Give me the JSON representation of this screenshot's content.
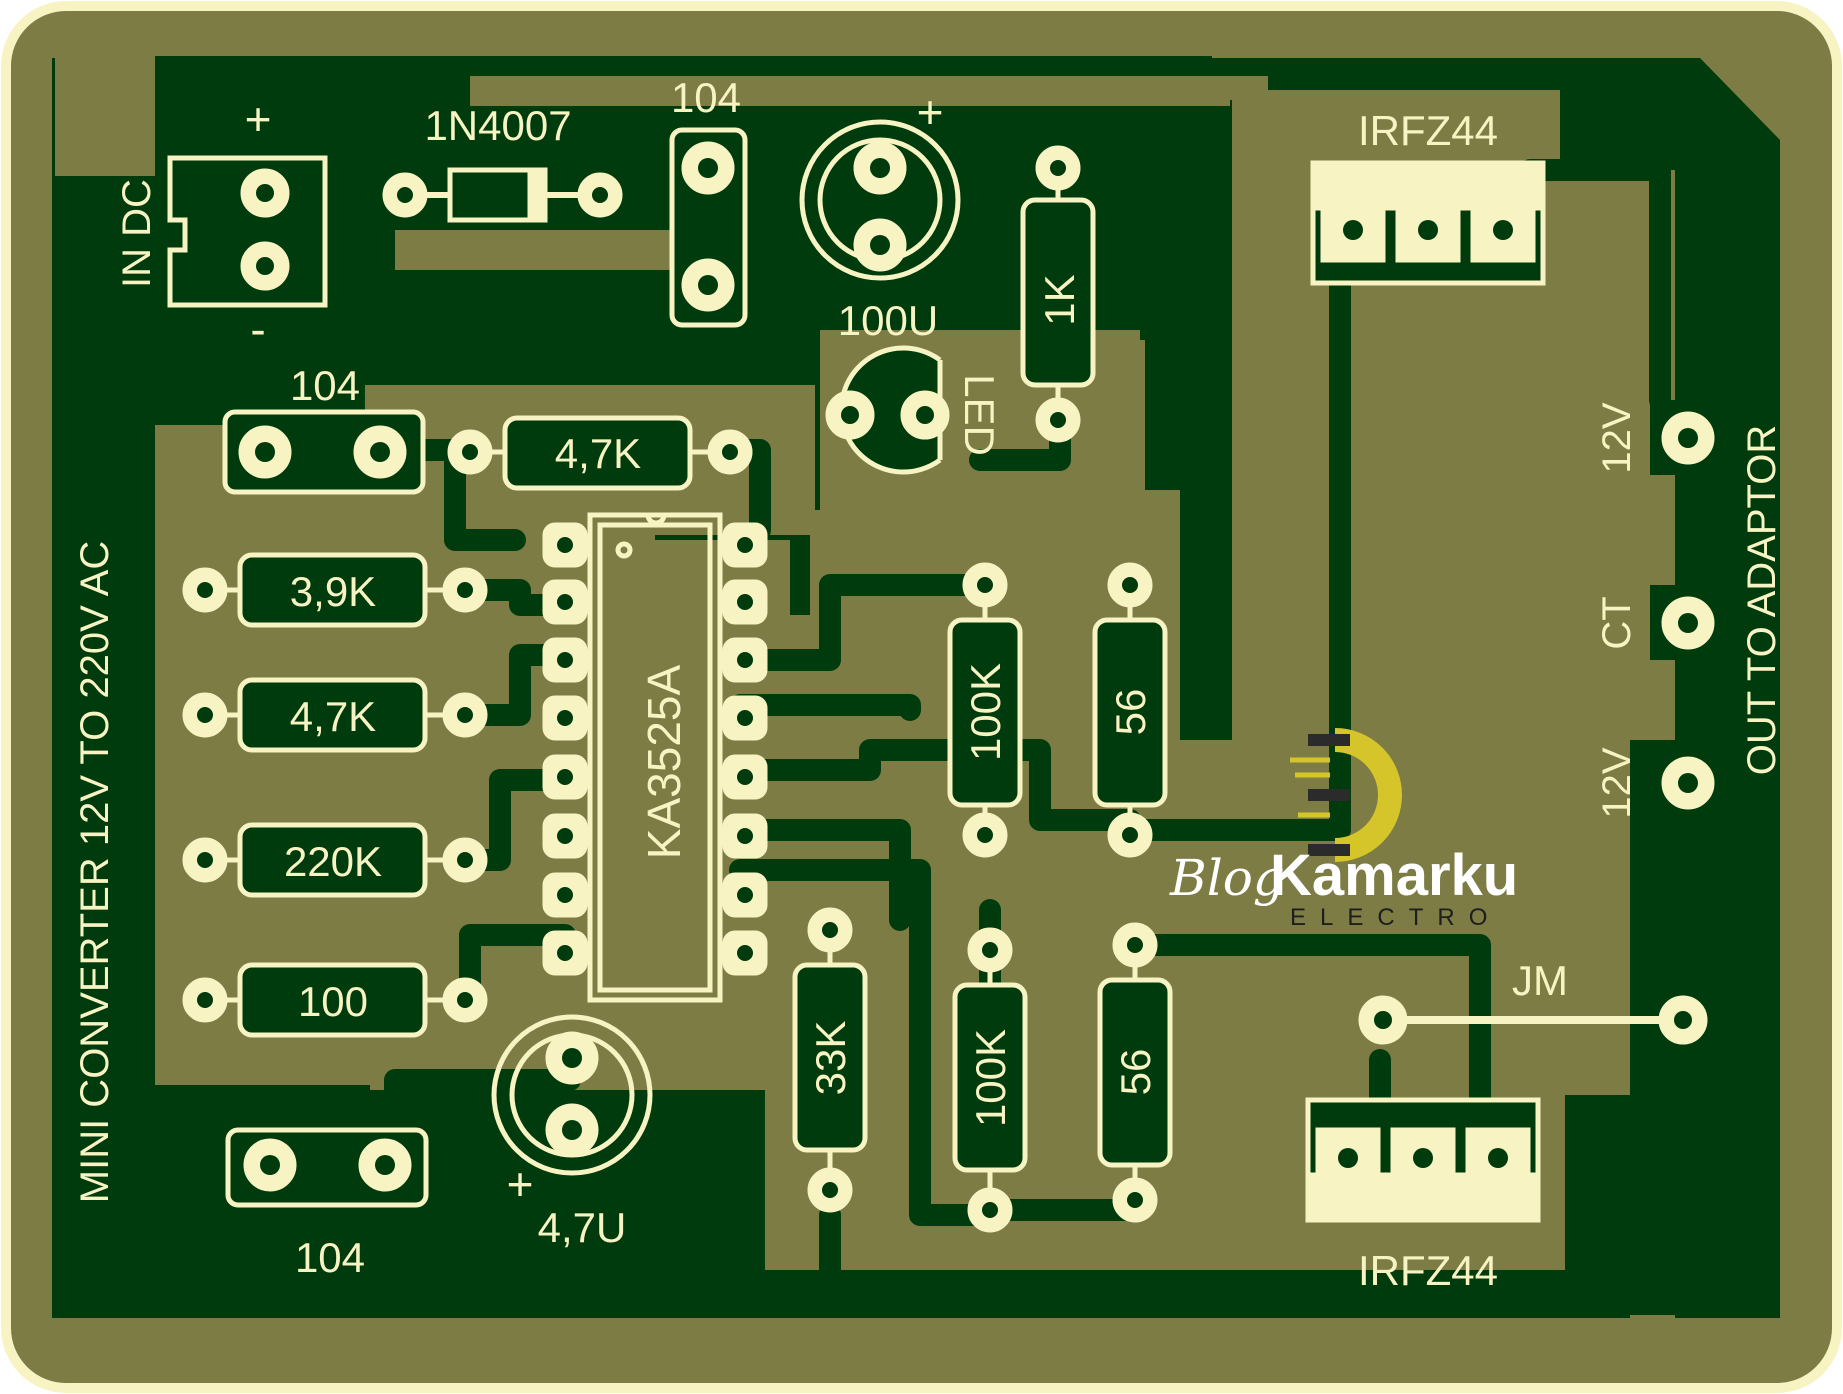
{
  "board": {
    "title": "MINI CONVERTER 12V TO 220V AC",
    "colors": {
      "substrate": "#7d7c45",
      "copper": "#003b0d",
      "silkscreen": "#f7f3c3",
      "watermark_accent": "#d6c52a"
    }
  },
  "input": {
    "label": "IN DC",
    "plus": "+",
    "minus": "-"
  },
  "components": {
    "diode": "1N4007",
    "cap_top": "104",
    "cap_elec_top": "100U",
    "cap_elec_plus": "+",
    "resistor_1k": "1K",
    "led": "LED",
    "cap_left": "104",
    "res_47k_top": "4,7K",
    "res_39k": "3,9K",
    "res_47k_mid": "4,7K",
    "res_220k": "220K",
    "res_100": "100",
    "cap_bottom": "104",
    "cap_elec_bottom": "4,7U",
    "cap_elec_bottom_plus": "+",
    "ic": "KA3525A",
    "res_100k_top": "100K",
    "res_56_top": "56",
    "res_33k": "33K",
    "res_100k_bottom": "100K",
    "res_56_bottom": "56",
    "mosfet_top": "IRFZ44",
    "mosfet_bottom": "IRFZ44",
    "jumper": "JM"
  },
  "output": {
    "label": "OUT TO ADAPTOR",
    "pins": [
      "12V",
      "CT",
      "12V"
    ]
  },
  "watermark": {
    "blog": "Blog",
    "brand": "Kamarku",
    "sub": "ELECTRO"
  }
}
